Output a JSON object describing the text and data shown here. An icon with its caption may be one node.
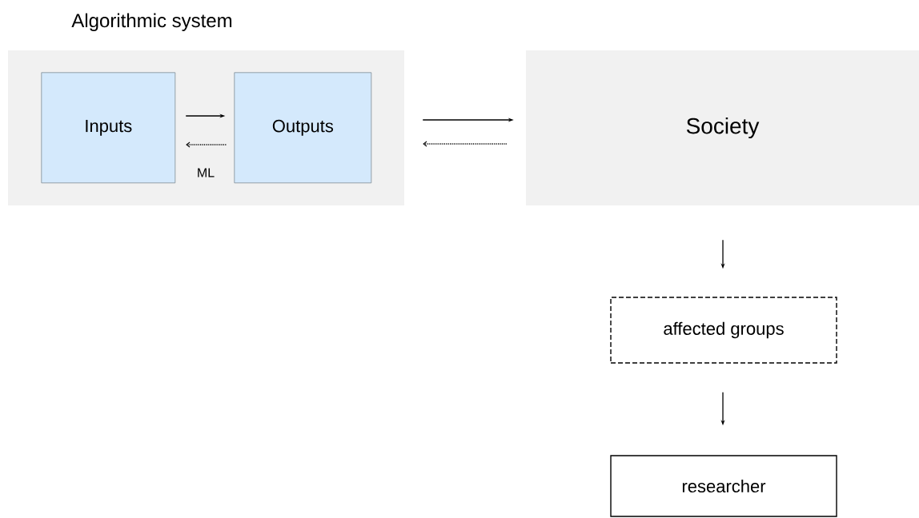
{
  "diagram": {
    "nodes": [
      {
        "text": [
          "Algorithmic system"
        ]
      },
      {
        "text": [
          "Inputs"
        ],
        "in": 0
      },
      {
        "text": [
          "Outputs"
        ],
        "in": 0
      },
      {
        "text": [
          "Society"
        ]
      },
      {
        "text": [
          "affected groups"
        ]
      },
      {
        "text": [
          "researcher"
        ]
      }
    ],
    "edges": [
      {
        "from": 1,
        "to": 2,
        "arrow": "to"
      },
      {
        "from": 2,
        "to": 1,
        "arrow": "to",
        "style": "dashed",
        "label": "ML"
      },
      {
        "from": 0,
        "to": 3,
        "arrow": "to"
      },
      {
        "from": 3,
        "to": 0,
        "arrow": "to",
        "style": "dashed"
      },
      {
        "from": 3,
        "to": 4,
        "arrow": "to"
      },
      {
        "from": 4,
        "to": 5,
        "arrow": "to"
      }
    ]
  }
}
